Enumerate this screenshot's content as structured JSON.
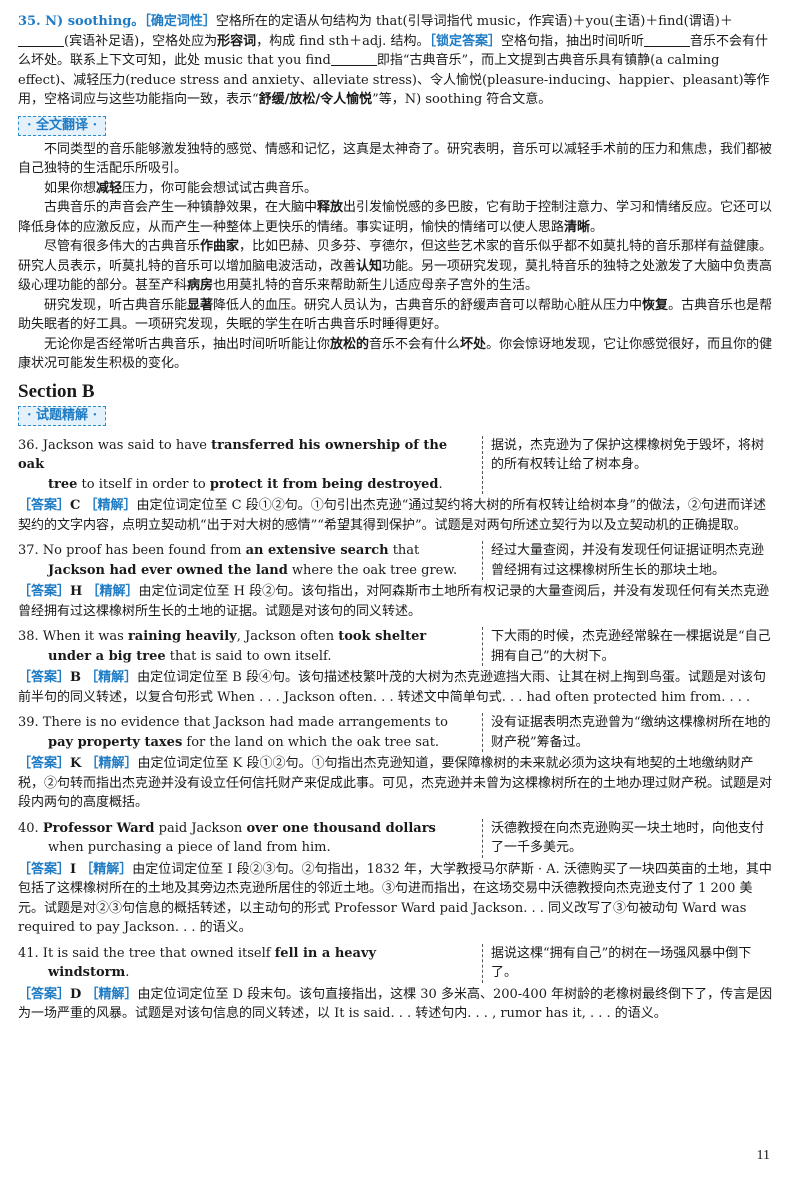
{
  "item35": {
    "number_answer": "35. N) soothing。",
    "tag1": "［确定词性］",
    "t1": "空格所在的定语从句结构为 that(引导词指代 music，作宾语)＋you(主语)＋find(谓语)＋",
    "t2": "(宾语补足语)，空格处应为",
    "t3": "形容词",
    "t4": "，构成 find sth＋adj. 结构。",
    "tag2": "［锁定答案］",
    "t5": "空格句指，抽出时间听听",
    "t6": "音乐不会有什么坏处。联系上下文可知，此处 music that you find",
    "t7": "即指“古典音乐”，而上文提到古典音乐具有镇静(a calming effect)、减轻压力(reduce stress and anxiety、alleviate stress)、令人愉悦(pleasure-inducing、happier、pleasant)等作用，空格词应与这些功能指向一致，表示“",
    "t8": "舒缓/放松/令人愉悦",
    "t9": "”等，N) soothing 符合文意。"
  },
  "translation": {
    "label": "· 全文翻译 ·",
    "p1": "不同类型的音乐能够激发独特的感觉、情感和记忆，这真是太神奇了。研究表明，音乐可以减轻手术前的压力和焦虑，我们都被自己独特的生活配乐所吸引。",
    "p2a": "如果你想",
    "p2b": "减轻",
    "p2c": "压力，你可能会想试试古典音乐。",
    "p3a": "古典音乐的声音会产生一种镇静效果，在大脑中",
    "p3b": "释放",
    "p3c": "出引发愉悦感的多巴胺，它有助于控制注意力、学习和情绪反应。它还可以降低身体的应激反应，从而产生一种整体上更快乐的情绪。事实证明，愉快的情绪可以使人思路",
    "p3d": "清晰",
    "p3e": "。",
    "p4a": "尽管有很多伟大的古典音乐",
    "p4b": "作曲家",
    "p4c": "，比如巴赫、贝多芬、亨德尔，但这些艺术家的音乐似乎都不如莫扎特的音乐那样有益健康。研究人员表示，听莫扎特的音乐可以增加脑电波活动，改善",
    "p4d": "认知",
    "p4e": "功能。另一项研究发现，莫扎特音乐的独特之处激发了大脑中负责高级心理功能的部分。甚至产科",
    "p4f": "病房",
    "p4g": "也用莫扎特的音乐来帮助新生儿适应母亲子宫外的生活。",
    "p5a": "研究发现，听古典音乐能",
    "p5b": "显著",
    "p5c": "降低人的血压。研究人员认为，古典音乐的舒缓声音可以帮助心脏从压力中",
    "p5d": "恢复",
    "p5e": "。古典音乐也是帮助失眠者的好工具。一项研究发现，失眠的学生在听古典音乐时睡得更好。",
    "p6a": "无论你是否经常听古典音乐，抽出时间听听能让你",
    "p6b": "放松的",
    "p6c": "音乐不会有什么",
    "p6d": "坏处",
    "p6e": "。你会惊讶地发现，它让你感觉很好，而且你的健康状况可能发生积极的变化。"
  },
  "section_b": {
    "title": "Section B",
    "label": "· 试题精解 ·",
    "answer_tag": "［答案］",
    "analysis_tag": "［精解］"
  },
  "q36": {
    "en1": "36. Jackson was said to have ",
    "en1b": "transferred his ownership of the oak",
    "en2b": "tree",
    "en2": " to itself in order to ",
    "en2c": "protect it from being destroyed",
    "en2d": ".",
    "cn": "据说，杰克逊为了保护这棵橡树免于毁坏，将树的所有权转让给了树本身。",
    "ans": "C",
    "exp": "由定位词定位至 C 段①②句。①句引出杰克逊“通过契约将大树的所有权转让给树本身”的做法，②句进而详述契约的文字内容，点明立契动机“出于对大树的感情”“希望其得到保护”。试题是对两句所述立契行为以及立契动机的正确提取。"
  },
  "q37": {
    "en1": "37. No proof has been found from ",
    "en1b": "an extensive search",
    "en1c": " that",
    "en2b": "Jackson had ever owned the land",
    "en2": " where the oak tree grew.",
    "cn": "经过大量查阅，并没有发现任何证据证明杰克逊曾经拥有过这棵橡树所生长的那块土地。",
    "ans": "H",
    "exp": "由定位词定位至 H 段②句。该句指出，对阿森斯市土地所有权记录的大量查阅后，并没有发现任何有关杰克逊曾经拥有过这棵橡树所生长的土地的证据。试题是对该句的同义转述。"
  },
  "q38": {
    "en1": "38. When it was ",
    "en1b": "raining heavily",
    "en1c": ", Jackson often ",
    "en1d": "took shelter",
    "en2b": "under a big tree",
    "en2": " that is said to own itself.",
    "cn": "下大雨的时候，杰克逊经常躲在一棵据说是“自己拥有自己”的大树下。",
    "ans": "B",
    "exp": "由定位词定位至 B 段④句。该句描述枝繁叶茂的大树为杰克逊遮挡大雨、让其在树上掏到鸟蛋。试题是对该句前半句的同义转述，以复合句形式 When . . . Jackson often. . . 转述文中简单句式. . . had often protected him from. . . ."
  },
  "q39": {
    "en1": "39. There is no evidence that Jackson had made arrangements to",
    "en2b": "pay property taxes",
    "en2": " for the land on which the oak tree sat.",
    "cn": "没有证据表明杰克逊曾为“缴纳这棵橡树所在地的财产税”筹备过。",
    "ans": "K",
    "exp": "由定位词定位至 K 段①②句。①句指出杰克逊知道，要保障橡树的未来就必须为这块有地契的土地缴纳财产税，②句转而指出杰克逊并没有设立任何信托财产来促成此事。可见，杰克逊并未曾为这棵橡树所在的土地办理过财产税。试题是对段内两句的高度概括。"
  },
  "q40": {
    "en1a": "40. ",
    "en1b": "Professor Ward",
    "en1c": " paid Jackson ",
    "en1d": "over one thousand dollars",
    "en2": "when purchasing a piece of land from him.",
    "cn": "沃德教授在向杰克逊购买一块土地时，向他支付了一千多美元。",
    "ans": "I",
    "exp": "由定位词定位至 I 段②③句。②句指出，1832 年，大学教授马尔萨斯 · A. 沃德购买了一块四英亩的土地，其中包括了这棵橡树所在的土地及其旁边杰克逊所居住的邻近土地。③句进而指出，在这场交易中沃德教授向杰克逊支付了 1 200 美元。试题是对②③句信息的概括转述，以主动句的形式 Professor Ward paid Jackson. . . 同义改写了③句被动句 Ward was required to pay Jackson. . . 的语义。"
  },
  "q41": {
    "en1": "41. It is said the tree that owned itself ",
    "en1b": "fell in a heavy",
    "en2b": "windstorm",
    "en2": ".",
    "cn": "据说这棵“拥有自己”的树在一场强风暴中倒下了。",
    "ans": "D",
    "exp": "由定位词定位至 D 段末句。该句直接指出，这棵 30 多米高、200-400 年树龄的老橡树最终倒下了，传言是因为一场严重的风暴。试题是对该句信息的同义转述，以 It is said. . . 转述句内. . . , rumor has it, . . . 的语义。"
  },
  "page_number": "11"
}
